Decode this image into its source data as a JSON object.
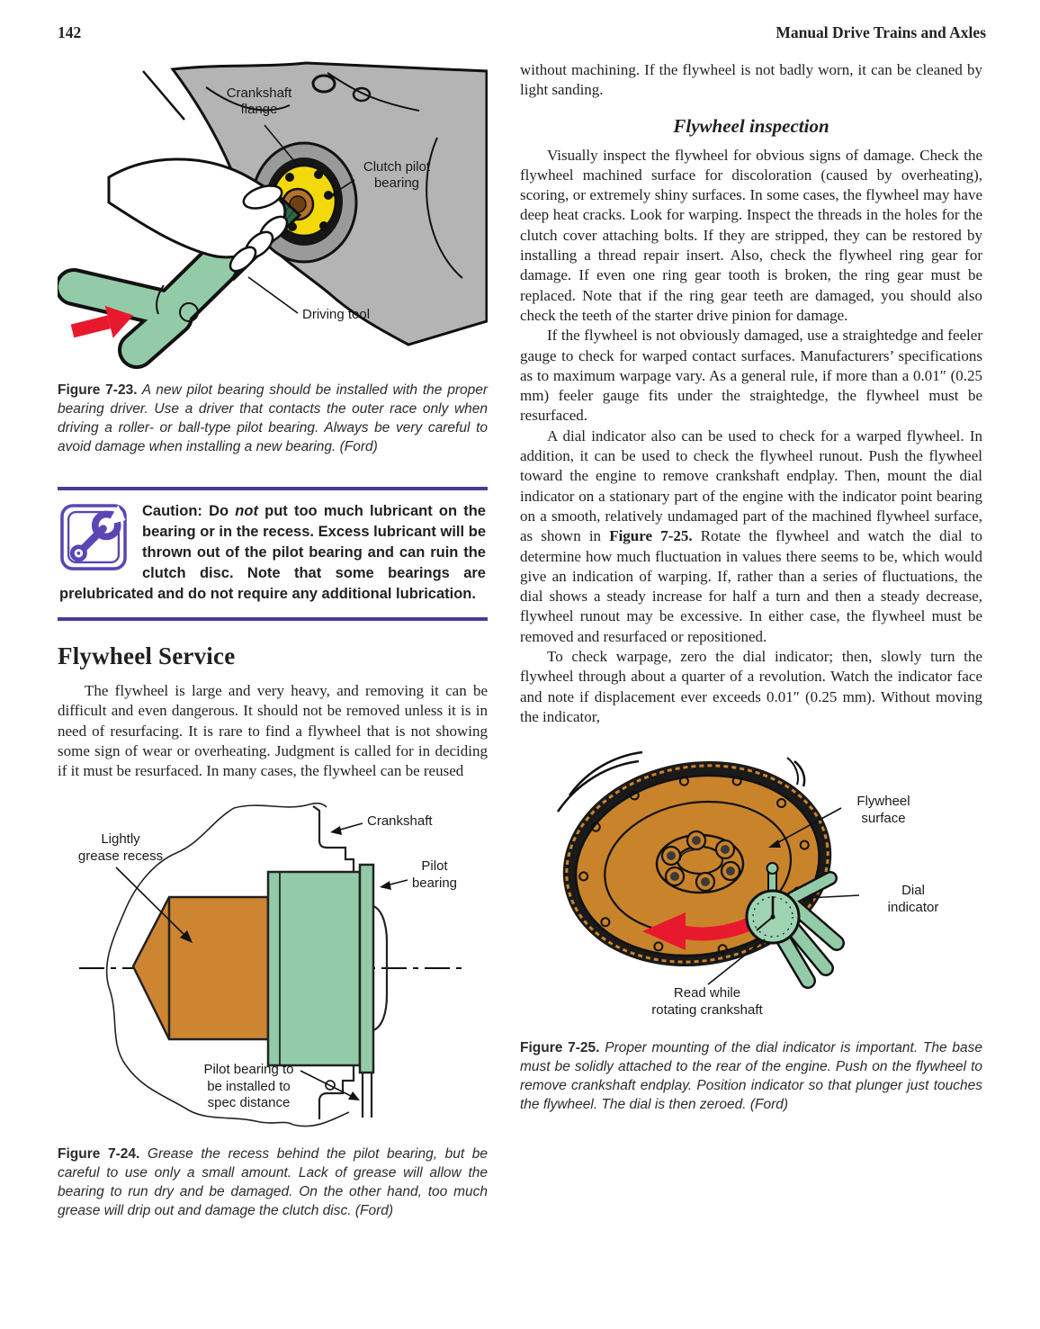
{
  "header": {
    "page_number": "142",
    "book_title": "Manual Drive Trains and Axles"
  },
  "colors": {
    "accent_purple": "#4b3a97",
    "icon_purple": "#5a46b4",
    "figure_orange": "#c9832a",
    "figure_yellow": "#f3d90b",
    "figure_green": "#93cba8",
    "figure_dark_green": "#2e6846",
    "figure_gray": "#b4b4b4",
    "arrow_red": "#e8192c"
  },
  "left_column": {
    "figure23": {
      "labels": {
        "flange": "Crankshaft\nflange",
        "pilot": "Clutch pilot\nbearing",
        "tool": "Driving tool"
      },
      "caption_lead": "Figure 7-23.",
      "caption_body": " A new pilot bearing should be installed with the proper bearing driver. Use a driver that contacts the outer race only when driving a roller- or ball-type pilot bearing. Always be very careful to avoid damage when installing a new bearing. (Ford)"
    },
    "caution": {
      "part1": "Caution: Do ",
      "emphasis": "not",
      "part2": " put too much lubricant on the bearing or in the recess. Excess lubricant will be thrown out of the pilot bearing and can ruin the clutch disc. Note that some bearings are prelubricated and do not require any additional lubrication."
    },
    "section_heading": "Flywheel Service",
    "paragraph": "The flywheel is large and very heavy, and removing it can be difficult and even dangerous. It should not be removed unless it is in need of resurfacing. It is rare to find a flywheel that is not showing some sign of wear or overheating. Judgment is called for in deciding if it must be resurfaced. In many cases, the flywheel can be reused",
    "figure24": {
      "labels": {
        "grease": "Lightly\ngrease recess",
        "crankshaft": "Crankshaft",
        "pilot": "Pilot\nbearing",
        "spec": "Pilot bearing to\nbe installed to\nspec distance"
      },
      "caption_lead": "Figure 7-24.",
      "caption_body": " Grease the recess behind the pilot bearing, but be careful to use only a small amount. Lack of grease will allow the bearing to run dry and be damaged. On the other hand, too much grease will drip out and damage the clutch disc. (Ford)"
    }
  },
  "right_column": {
    "p1": "without machining. If the flywheel is not badly worn, it can be cleaned by light sanding.",
    "subheading": "Flywheel inspection",
    "p2": "Visually inspect the flywheel for obvious signs of damage. Check the flywheel machined surface for discoloration (caused by overheating), scoring, or extremely shiny surfaces. In some cases, the flywheel may have deep heat cracks. Look for warping. Inspect the threads in the holes for the clutch cover attaching bolts. If they are stripped, they can be restored by installing a thread repair insert. Also, check the flywheel ring gear for damage. If even one ring gear tooth is broken, the ring gear must be replaced. Note that if the ring gear teeth are damaged, you should also check the teeth of the starter drive pinion for damage.",
    "p3": "If the flywheel is not obviously damaged, use a straightedge and feeler gauge to check for warped contact surfaces. Manufacturers’ specifications as to maximum warpage vary. As a general rule, if more than a 0.01″ (0.25 mm) feeler gauge fits under the straightedge, the flywheel must be resurfaced.",
    "p4a": "A dial indicator also can be used to check for a warped flywheel. In addition, it can be used to check the flywheel runout. Push the flywheel toward the engine to remove crankshaft endplay. Then, mount the dial indicator on a stationary part of the engine with the indicator point bearing on a smooth, relatively undamaged part of the machined flywheel surface, as shown in ",
    "p4ref": "Figure 7-25.",
    "p4b": " Rotate the flywheel and watch the dial to determine how much fluctuation in values there seems to be, which would give an indication of warping. If, rather than a series of fluctuations, the dial shows a steady increase for half a turn and then a steady decrease, flywheel runout may be excessive. In either case, the flywheel must be removed and resurfaced or repositioned.",
    "p5": "To check warpage, zero the dial indicator; then, slowly turn the flywheel through about a quarter of a revolution. Watch the indicator face and note if displacement ever exceeds 0.01″ (0.25 mm). Without moving the indicator,",
    "figure25": {
      "labels": {
        "surface": "Flywheel\nsurface",
        "dial": "Dial\nindicator",
        "read": "Read while\nrotating crankshaft"
      },
      "caption_lead": "Figure 7-25.",
      "caption_body": " Proper mounting of the dial indicator is important. The base must be solidly attached to the rear of the engine. Push on the flywheel to remove crankshaft endplay. Position indicator so that plunger just touches the flywheel. The dial is then zeroed. (Ford)"
    }
  }
}
